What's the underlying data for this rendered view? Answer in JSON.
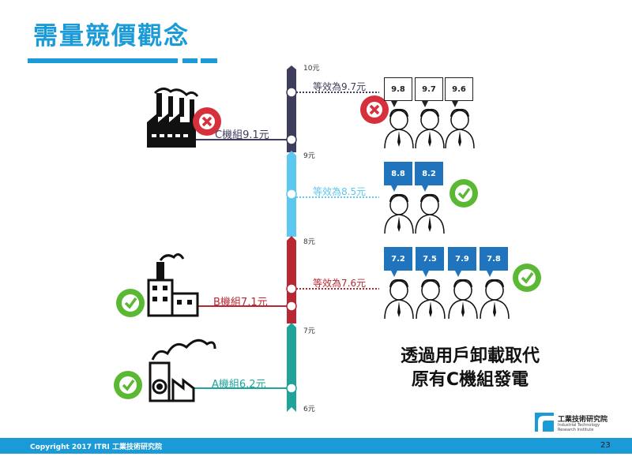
{
  "slide": {
    "title": "需量競價觀念",
    "caption_line1": "透過用戶卸載取代",
    "caption_line2": "原有C機組發電",
    "footer": "Copyright 2017  ITRI 工業技術研究院",
    "page_number": "23",
    "logo_name": "工業技術研究院",
    "logo_sub": "Industrial Technology Research Institute"
  },
  "price_axis": {
    "ticks": [
      "10元",
      "9元",
      "8元",
      "7元",
      "6元"
    ]
  },
  "equivalents": {
    "top": "等效為9.7元",
    "mid": "等效為8.5元",
    "low": "等效為7.6元"
  },
  "generators": {
    "c": "C機組9.1元",
    "b": "B機組7.1元",
    "a": "A機組6.2元"
  },
  "bids": {
    "group1": [
      "9.8",
      "9.7",
      "9.6"
    ],
    "group2": [
      "8.8",
      "8.2"
    ],
    "group3": [
      "7.2",
      "7.5",
      "7.9",
      "7.8"
    ]
  },
  "colors": {
    "accent": "#1a9ad6",
    "segment_top": "#3e3d5c",
    "segment_mid": "#5cc8ef",
    "segment_low": "#b92732",
    "segment_base": "#1fa39a",
    "bid_blue": "#1f74bd",
    "check_green": "#5bb833",
    "cross_red": "#d6303c"
  }
}
